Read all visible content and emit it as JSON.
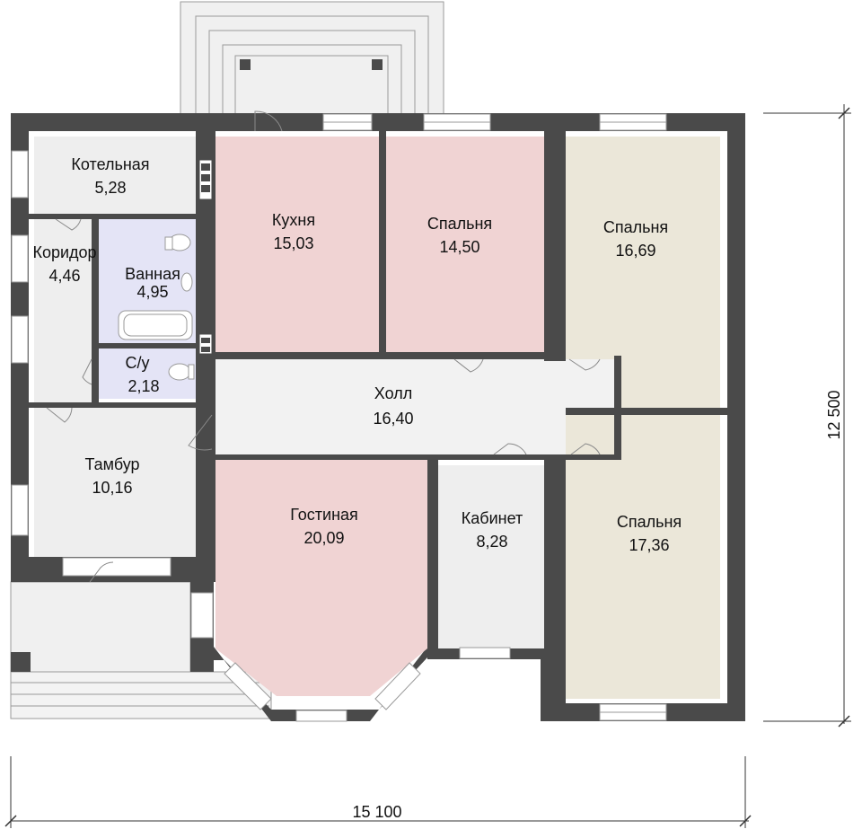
{
  "colors": {
    "wall": "#4a4a4a",
    "service": "#eeeeee",
    "bath": "#e4e4f6",
    "pink": "#f0d3d3",
    "green": "#ebe7d9",
    "hall": "#f2f2f2",
    "porch": "#f0f0f0"
  },
  "rooms": [
    {
      "key": "kotelnaya",
      "name": "Котельная",
      "area": "5,28"
    },
    {
      "key": "koridor",
      "name": "Коридор",
      "area": "4,46"
    },
    {
      "key": "vannaya",
      "name": "Ванная",
      "area": "4,95"
    },
    {
      "key": "su",
      "name": "С/у",
      "area": "2,18"
    },
    {
      "key": "tambur",
      "name": "Тамбур",
      "area": "10,16"
    },
    {
      "key": "kuhnya",
      "name": "Кухня",
      "area": "15,03"
    },
    {
      "key": "spalnya1",
      "name": "Спальня",
      "area": "14,50"
    },
    {
      "key": "spalnya2",
      "name": "Спальня",
      "area": "16,69"
    },
    {
      "key": "holl",
      "name": "Холл",
      "area": "16,40"
    },
    {
      "key": "gostinaya",
      "name": "Гостиная",
      "area": "20,09"
    },
    {
      "key": "kabinet",
      "name": "Кабинет",
      "area": "8,28"
    },
    {
      "key": "spalnya3",
      "name": "Спальня",
      "area": "17,36"
    }
  ],
  "dimensions": {
    "width": "15 100",
    "height": "12 500"
  }
}
